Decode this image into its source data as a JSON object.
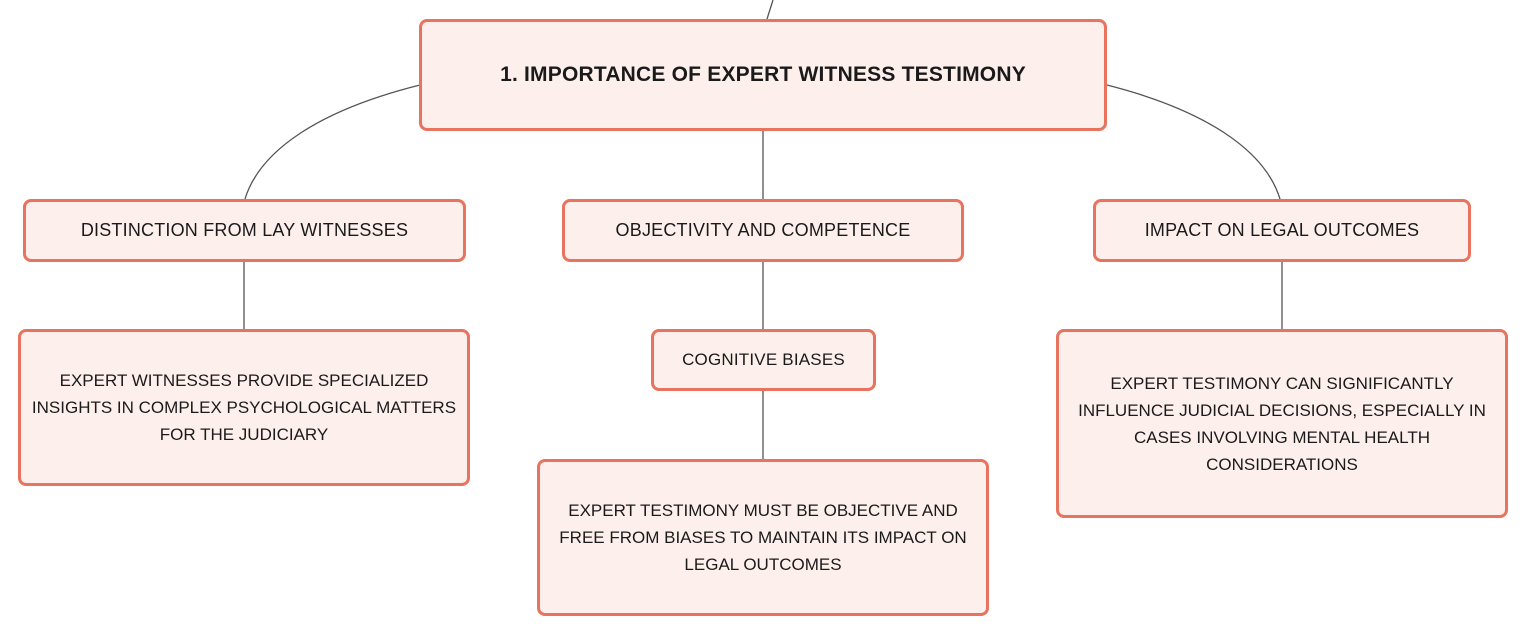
{
  "root": {
    "label": "1. IMPORTANCE OF EXPERT WITNESS TESTIMONY"
  },
  "topics": [
    {
      "label": "DISTINCTION FROM LAY WITNESSES",
      "detail": "EXPERT WITNESSES PROVIDE SPECIALIZED INSIGHTS IN COMPLEX PSYCHOLOGICAL MATTERS FOR THE JUDICIARY"
    },
    {
      "label": "OBJECTIVITY AND COMPETENCE",
      "subtopic": {
        "label": "COGNITIVE BIASES",
        "detail": "EXPERT TESTIMONY MUST BE OBJECTIVE AND FREE FROM BIASES TO MAINTAIN ITS IMPACT ON LEGAL OUTCOMES"
      }
    },
    {
      "label": "IMPACT ON LEGAL OUTCOMES",
      "detail": "EXPERT TESTIMONY CAN SIGNIFICANTLY INFLUENCE JUDICIAL DECISIONS, ESPECIALLY IN CASES INVOLVING MENTAL HEALTH CONSIDERATIONS"
    }
  ],
  "colors": {
    "node_fill": "#fdf0ec",
    "node_border": "#e8735e",
    "connector": "#555555"
  }
}
